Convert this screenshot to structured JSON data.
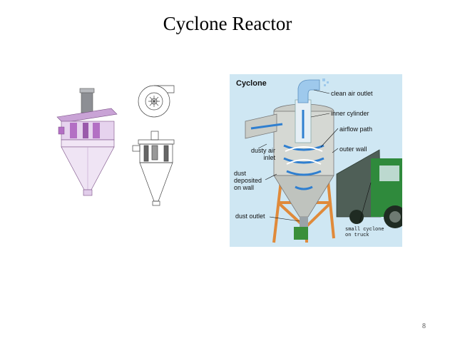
{
  "title": "Cyclone Reactor",
  "page_number": "8",
  "diagram": {
    "panel_title": "Cyclone",
    "labels": {
      "clean_air_outlet": "clean air outlet",
      "inner_cylinder": "inner cylinder",
      "airflow_path": "airflow path",
      "outer_wall": "outer wall",
      "dusty_air_inlet": "dusty air\ninlet",
      "dust_deposited": "dust\ndeposited\non wall",
      "dust_outlet": "dust outlet",
      "small_cyclone": "small cyclone\non truck"
    }
  },
  "colors": {
    "panel_bg": "#cfe7f3",
    "purple": "#c9a3d6",
    "purple_dark": "#7a4f86",
    "steel": "#9aa3a8",
    "orange_frame": "#e08a3a",
    "airflow_blue": "#2f7fd0",
    "truck_green": "#2f8a3c"
  }
}
